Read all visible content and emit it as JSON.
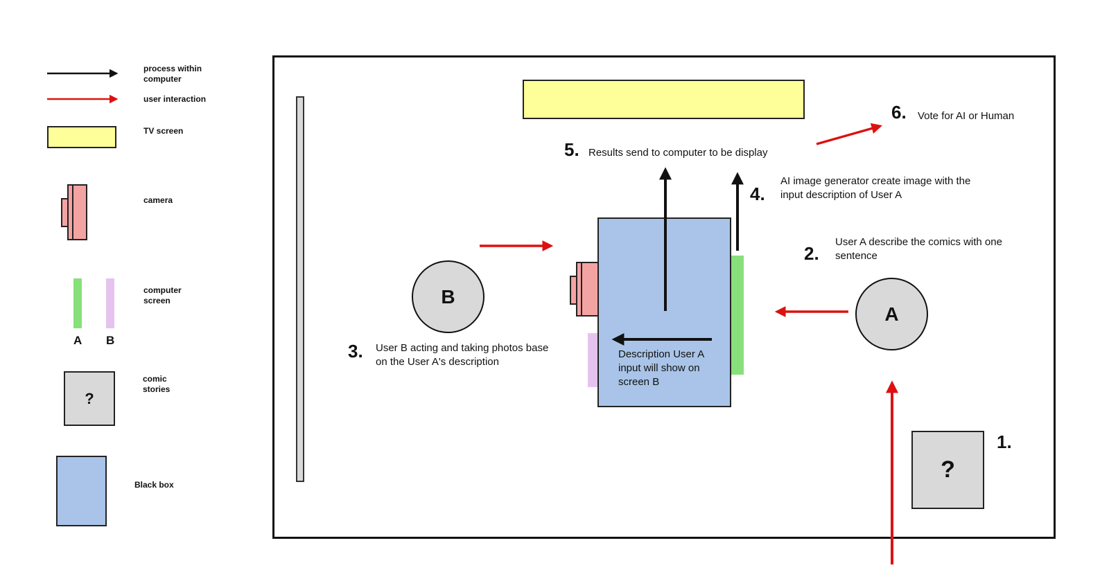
{
  "legend": {
    "process_label": "process within computer",
    "user_label": "user interaction",
    "tv_label": "TV screen",
    "camera_label": "camera",
    "screen_label": "computer screen",
    "screen_a": "A",
    "screen_b": "B",
    "comic_label": "comic stories",
    "comic_symbol": "?",
    "blackbox_label": "Black box"
  },
  "diagram": {
    "user_a": "A",
    "user_b": "B",
    "comic_symbol": "?",
    "blackbox_text": "Description User A input will show on screen B",
    "steps": [
      {
        "num": "1.",
        "text": ""
      },
      {
        "num": "2.",
        "text": "User A describe the comics with one sentence"
      },
      {
        "num": "3.",
        "text": "User B acting and taking photos base on the User A's description"
      },
      {
        "num": "4.",
        "text": "AI image generator create image with the input description of User A"
      },
      {
        "num": "5.",
        "text": "Results send to computer to be display"
      },
      {
        "num": "6.",
        "text": "Vote for AI or Human"
      }
    ]
  },
  "colors": {
    "process_arrow": "#111111",
    "user_arrow": "#dd1111",
    "tv_screen": "#ffff99",
    "camera": "#f4a3a3",
    "screen_a": "#88e07a",
    "screen_b": "#e6c3ef",
    "comic": "#d9d9d9",
    "black_box": "#a9c4e8"
  }
}
